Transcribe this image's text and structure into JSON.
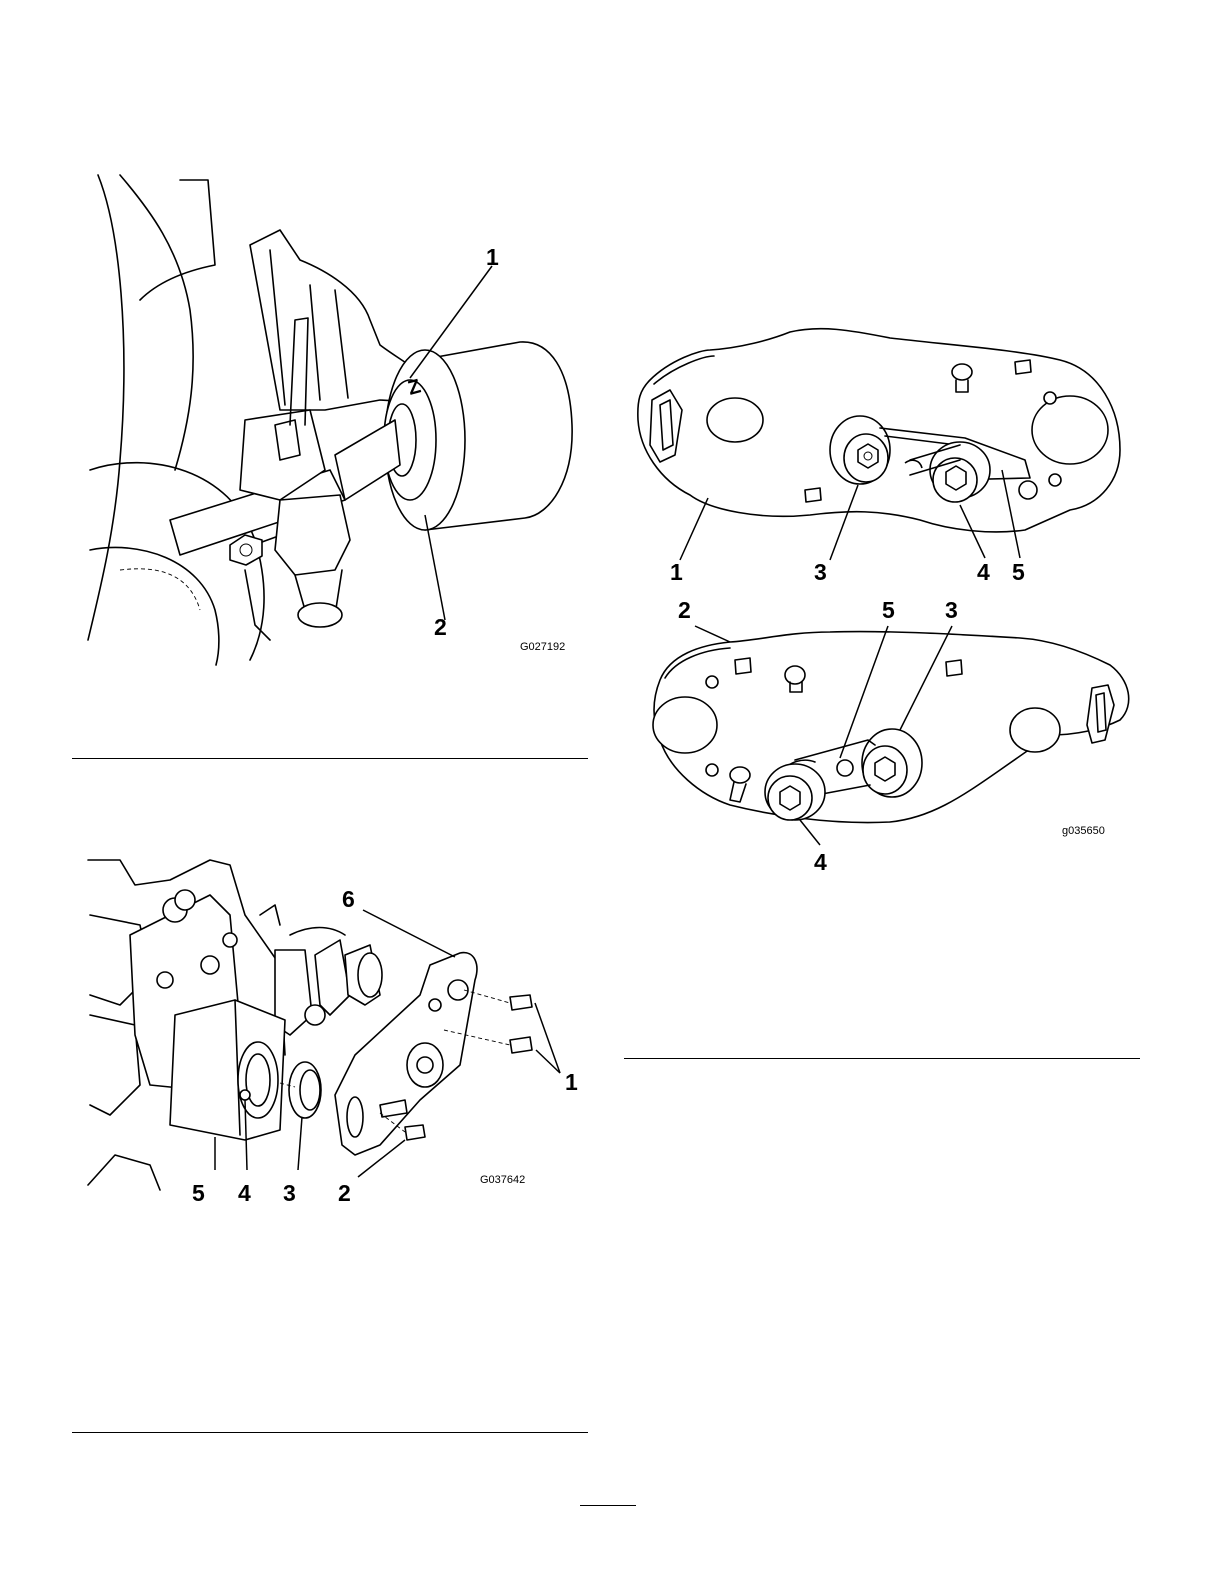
{
  "figure1": {
    "id": "G027192",
    "callouts": [
      "1",
      "2"
    ]
  },
  "figure2": {
    "id": "G037642",
    "callouts": [
      "6",
      "1",
      "5",
      "4",
      "3",
      "2"
    ]
  },
  "figure3": {
    "id": "g035650",
    "top_callouts": [
      "1",
      "3",
      "4",
      "5"
    ],
    "bottom_callouts": [
      "2",
      "5",
      "3",
      "4"
    ]
  },
  "page_number": ""
}
